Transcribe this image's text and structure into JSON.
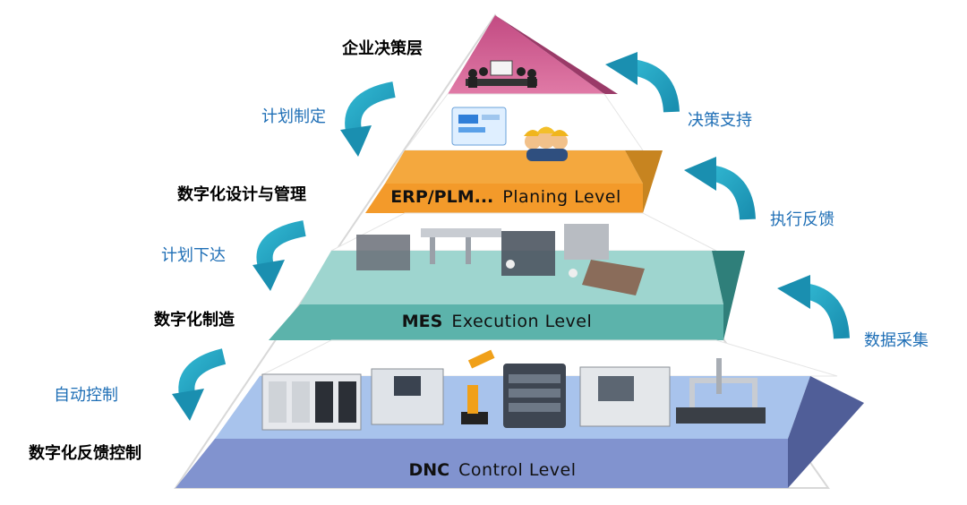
{
  "layers": [
    {
      "id": "top",
      "left_label": "企业决策层"
    },
    {
      "id": "planning",
      "left_label": "数字化设计与管理",
      "code": "ERP/PLM...",
      "level": "Planing  Level"
    },
    {
      "id": "execution",
      "left_label": "数字化制造",
      "code": "MES",
      "level": "Execution  Level"
    },
    {
      "id": "control",
      "left_label": "数字化反馈控制",
      "code": "DNC",
      "level": "Control  Level"
    }
  ],
  "down_arrows": [
    "计划制定",
    "计划下达",
    "自动控制"
  ],
  "up_arrows": [
    "决策支持",
    "执行反馈",
    "数据采集"
  ],
  "colors": {
    "top": "#d9679a",
    "planning": "#f3a63a",
    "execution": "#5fb8b0",
    "control": "#7f8fca",
    "arrow": "#20a4c4",
    "arrow_text": "#1f6fb6"
  },
  "icons": [
    "meeting-icon",
    "dashboard-icon",
    "workers-icon",
    "factory-line-icon",
    "plc-icon",
    "cnc-machine-icon",
    "robot-arm-icon",
    "server-icon",
    "lathe-icon",
    "cmm-icon"
  ]
}
